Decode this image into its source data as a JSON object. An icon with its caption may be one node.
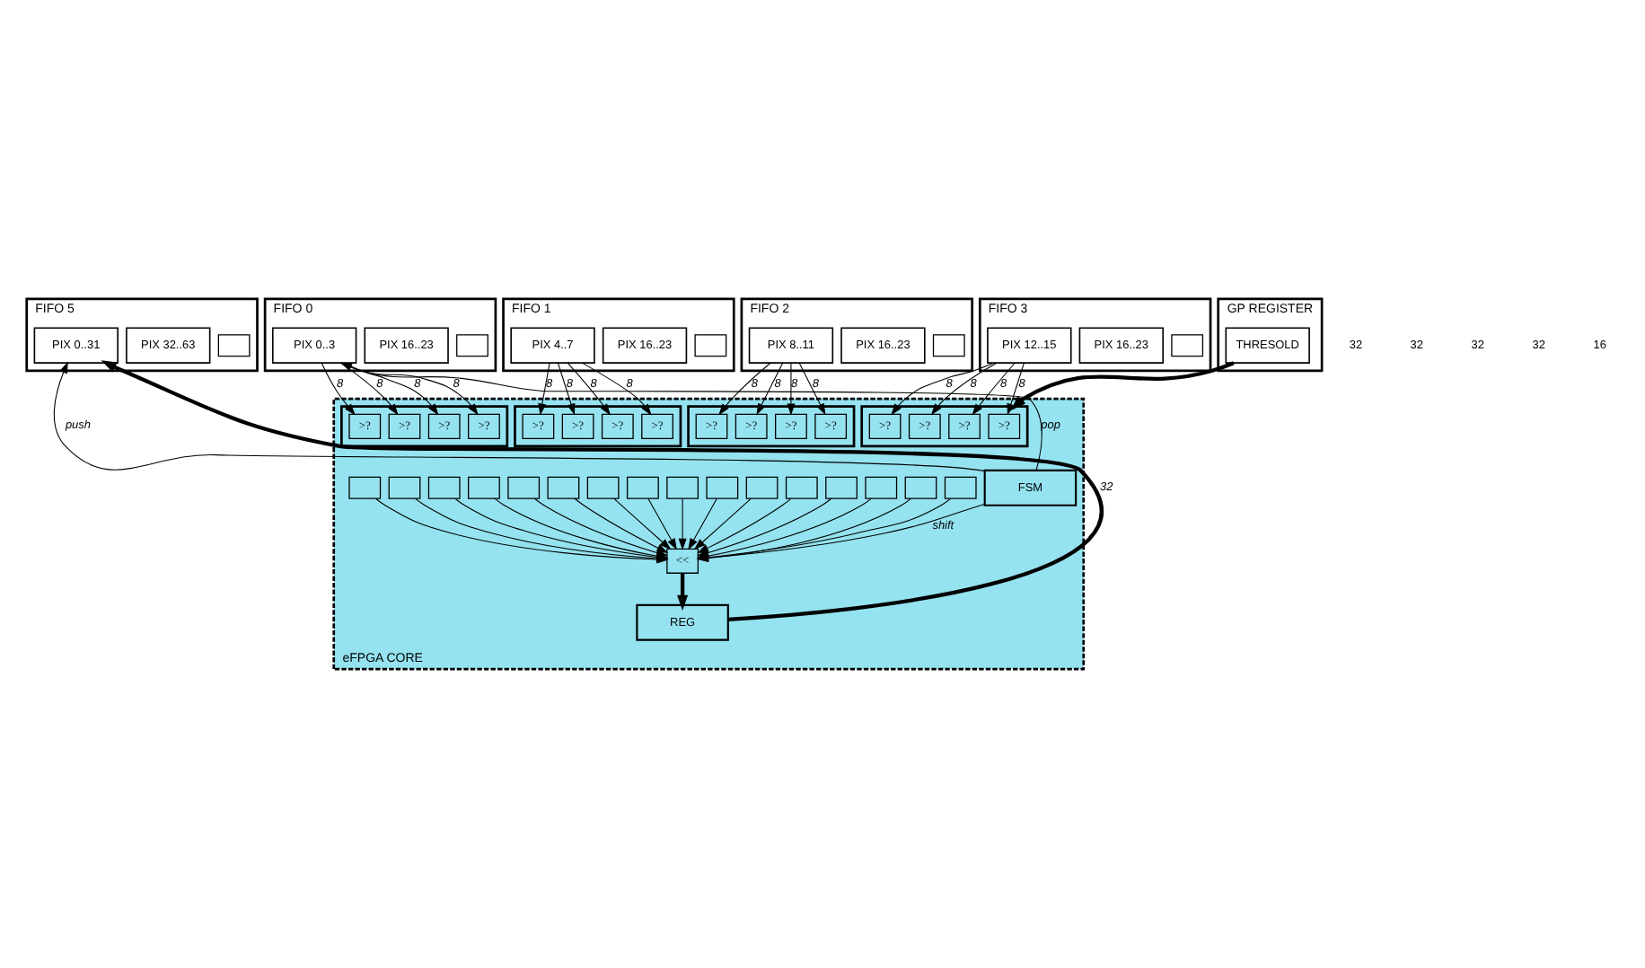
{
  "diagram": {
    "nodes": [
      {
        "text": [
          "FIFO 5"
        ]
      },
      {
        "text": [],
        "shape": "box",
        "in": 0
      },
      {
        "text": [
          "PIX 32..63"
        ],
        "in": 0
      },
      {
        "text": [
          "PIX 0..31"
        ],
        "in": 0
      },
      {
        "text": [
          "FIFO 0"
        ]
      },
      {
        "text": [],
        "shape": "box",
        "in": 4
      },
      {
        "text": [
          "PIX 16..23"
        ],
        "in": 4
      },
      {
        "text": [
          "PIX 0..3"
        ],
        "in": 4
      },
      {
        "text": [
          "FIFO 1"
        ]
      },
      {
        "text": [],
        "shape": "box",
        "in": 8
      },
      {
        "text": [
          "PIX 16..23"
        ],
        "in": 8
      },
      {
        "text": [
          "PIX 4..7"
        ],
        "in": 8
      },
      {
        "text": [
          "FIFO 2"
        ]
      },
      {
        "text": [],
        "shape": "box",
        "in": 12
      },
      {
        "text": [
          "PIX 16..23"
        ],
        "in": 12
      },
      {
        "text": [
          "PIX 8..11"
        ],
        "in": 12
      },
      {
        "text": [
          "FIFO 3"
        ]
      },
      {
        "text": [],
        "shape": "box",
        "in": 16
      },
      {
        "text": [
          "PIX 16..23"
        ],
        "in": 16
      },
      {
        "text": [
          "PIX 12..15"
        ],
        "in": 16
      },
      {
        "text": [
          "GP REGISTER"
        ]
      },
      {
        "text": [
          "THRESOLD"
        ],
        "in": 20
      },
      {
        "text": [
          "eFPGA CORE"
        ]
      },
      {
        "text": [],
        "shape": "box",
        "in": 22
      },
      {
        "text": [],
        "shape": "box",
        "in": 22
      },
      {
        "text": [],
        "shape": "box",
        "in": 22
      },
      {
        "text": [],
        "shape": "box",
        "in": 22
      },
      {
        "text": [
          ">?"
        ],
        "in": 23
      },
      {
        "text": [
          ">?"
        ],
        "in": 23
      },
      {
        "text": [
          ">?"
        ],
        "in": 23
      },
      {
        "text": [
          ">?"
        ],
        "in": 23
      },
      {
        "text": [
          ">?"
        ],
        "in": 24
      },
      {
        "text": [
          ">?"
        ],
        "in": 24
      },
      {
        "text": [
          ">?"
        ],
        "in": 24
      },
      {
        "text": [
          ">?"
        ],
        "in": 24
      },
      {
        "text": [
          ">?"
        ],
        "in": 25
      },
      {
        "text": [
          ">?"
        ],
        "in": 25
      },
      {
        "text": [
          ">?"
        ],
        "in": 25
      },
      {
        "text": [
          ">?"
        ],
        "in": 25
      },
      {
        "text": [
          ">?"
        ],
        "in": 26
      },
      {
        "text": [
          ">?"
        ],
        "in": 26
      },
      {
        "text": [
          ">?"
        ],
        "in": 26
      },
      {
        "text": [
          ">?"
        ],
        "in": 26
      },
      {
        "text": [],
        "shape": "box",
        "in": 22
      },
      {
        "text": [],
        "shape": "box",
        "in": 22
      },
      {
        "text": [],
        "shape": "box",
        "in": 22
      },
      {
        "text": [],
        "shape": "box",
        "in": 22
      },
      {
        "text": [],
        "shape": "box",
        "in": 22
      },
      {
        "text": [],
        "shape": "box",
        "in": 22
      },
      {
        "text": [],
        "shape": "box",
        "in": 22
      },
      {
        "text": [],
        "shape": "box",
        "in": 22
      },
      {
        "text": [],
        "shape": "box",
        "in": 22
      },
      {
        "text": [],
        "shape": "box",
        "in": 22
      },
      {
        "text": [],
        "shape": "box",
        "in": 22
      },
      {
        "text": [],
        "shape": "box",
        "in": 22
      },
      {
        "text": [],
        "shape": "box",
        "in": 22
      },
      {
        "text": [],
        "shape": "box",
        "in": 22
      },
      {
        "text": [],
        "shape": "box",
        "in": 22
      },
      {
        "text": [],
        "shape": "box",
        "in": 22
      },
      {
        "text": [
          "FSM"
        ],
        "in": 22
      },
      {
        "text": [
          "<<"
        ],
        "in": 22
      },
      {
        "text": [
          "REG"
        ],
        "in": 22
      }
    ],
    "edges": [
      {
        "from": 7,
        "to": 27,
        "arrow": "to",
        "label": "8"
      },
      {
        "from": 7,
        "to": 28,
        "arrow": "to",
        "label": "8"
      },
      {
        "from": 7,
        "to": 29,
        "arrow": "to",
        "label": "8"
      },
      {
        "from": 7,
        "to": 30,
        "arrow": "to",
        "label": "8"
      },
      {
        "from": 11,
        "to": 31,
        "arrow": "to",
        "label": "8"
      },
      {
        "from": 11,
        "to": 32,
        "arrow": "to",
        "label": "8"
      },
      {
        "from": 11,
        "to": 33,
        "arrow": "to",
        "label": "8"
      },
      {
        "from": 11,
        "to": 34,
        "arrow": "to",
        "label": "8"
      },
      {
        "from": 15,
        "to": 35,
        "arrow": "to",
        "label": "8"
      },
      {
        "from": 15,
        "to": 36,
        "arrow": "to",
        "label": "8"
      },
      {
        "from": 15,
        "to": 37,
        "arrow": "to",
        "label": "8"
      },
      {
        "from": 15,
        "to": 38,
        "arrow": "to",
        "label": "8"
      },
      {
        "from": 19,
        "to": 39,
        "arrow": "to",
        "label": "8"
      },
      {
        "from": 19,
        "to": 40,
        "arrow": "to",
        "label": "8"
      },
      {
        "from": 19,
        "to": 41,
        "arrow": "to",
        "label": "8"
      },
      {
        "from": 19,
        "to": 42,
        "arrow": "to",
        "label": "8"
      },
      {
        "from": 21,
        "to": 26,
        "arrow": "to",
        "style": "thick"
      },
      {
        "from": 43,
        "to": 60,
        "arrow": "to"
      },
      {
        "from": 44,
        "to": 60,
        "arrow": "to"
      },
      {
        "from": 45,
        "to": 60,
        "arrow": "to"
      },
      {
        "from": 46,
        "to": 60,
        "arrow": "to"
      },
      {
        "from": 47,
        "to": 60,
        "arrow": "to"
      },
      {
        "from": 48,
        "to": 60,
        "arrow": "to"
      },
      {
        "from": 49,
        "to": 60,
        "arrow": "to"
      },
      {
        "from": 50,
        "to": 60,
        "arrow": "to"
      },
      {
        "from": 51,
        "to": 60,
        "arrow": "to"
      },
      {
        "from": 52,
        "to": 60,
        "arrow": "to"
      },
      {
        "from": 53,
        "to": 60,
        "arrow": "to"
      },
      {
        "from": 54,
        "to": 60,
        "arrow": "to"
      },
      {
        "from": 55,
        "to": 60,
        "arrow": "to"
      },
      {
        "from": 56,
        "to": 60,
        "arrow": "to"
      },
      {
        "from": 57,
        "to": 60,
        "arrow": "to"
      },
      {
        "from": 58,
        "to": 60,
        "arrow": "to"
      },
      {
        "from": 59,
        "to": 3,
        "arrow": "to",
        "label": "push"
      },
      {
        "from": 59,
        "to": 7,
        "arrow": "to",
        "label": "pop"
      },
      {
        "from": 59,
        "to": 60,
        "arrow": "to",
        "label": "shift"
      },
      {
        "from": 60,
        "to": 61,
        "arrow": "to",
        "style": "thick"
      },
      {
        "from": 61,
        "to": 3,
        "arrow": "to",
        "label": "32",
        "style": "thick"
      }
    ],
    "labels": [
      "32",
      "32",
      "32",
      "32",
      "16"
    ]
  }
}
